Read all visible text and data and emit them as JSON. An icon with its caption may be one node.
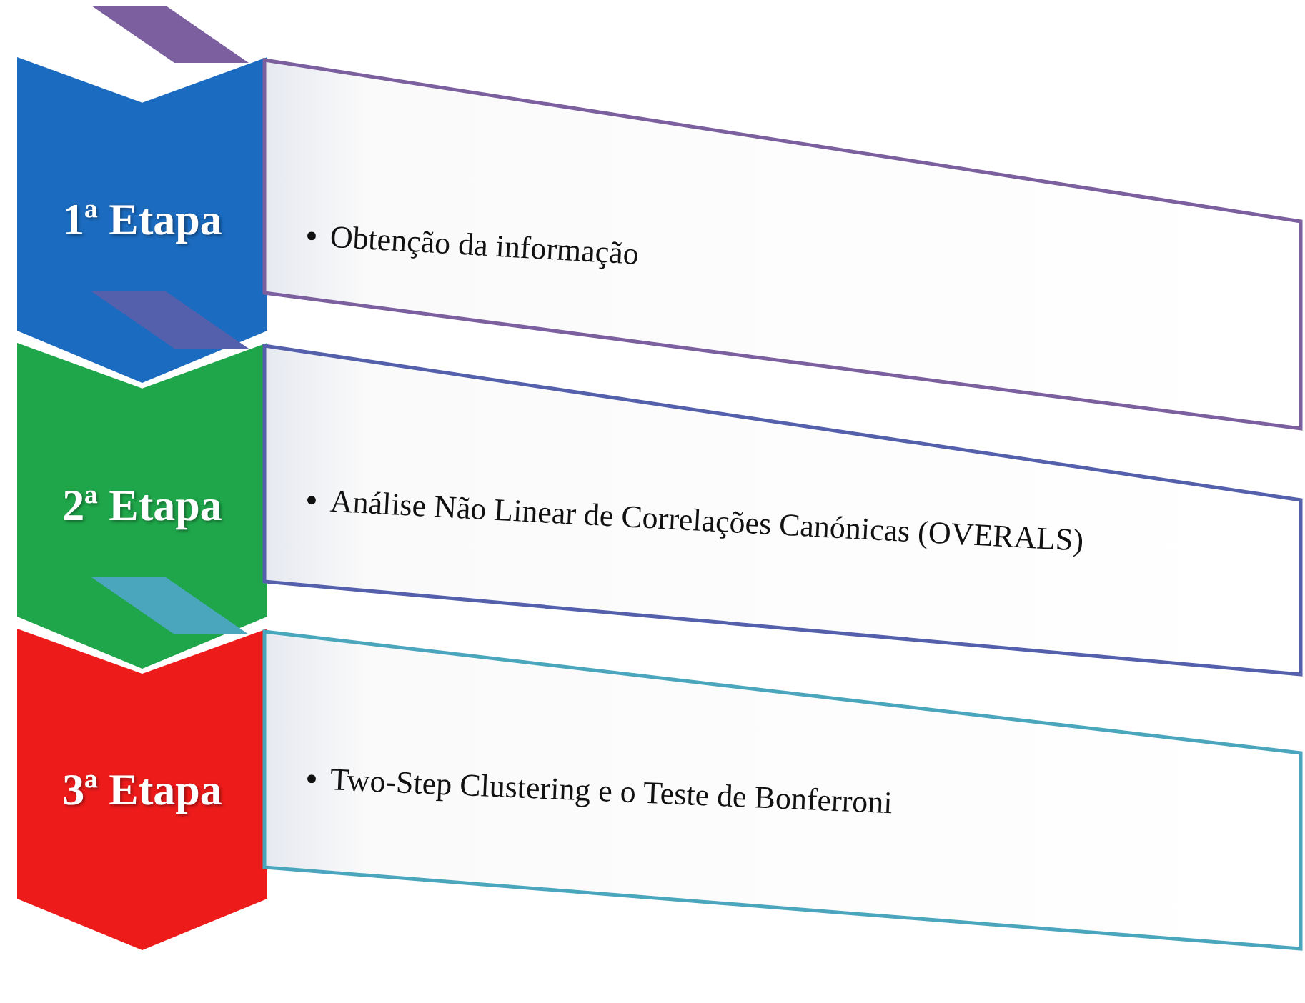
{
  "diagram": {
    "nodes": [
      {
        "text": [
          "1ª Etapa"
        ]
      },
      {
        "text": [
          "Obtenção da informação"
        ]
      },
      {
        "text": [
          "2ª Etapa"
        ]
      },
      {
        "text": [
          "Análise Não Linear de Correlações Canónicas (OVERALS)"
        ]
      },
      {
        "text": [
          "3ª Etapa"
        ]
      },
      {
        "text": [
          "Two-Step Clustering e o Teste de Bonferroni"
        ]
      }
    ]
  }
}
